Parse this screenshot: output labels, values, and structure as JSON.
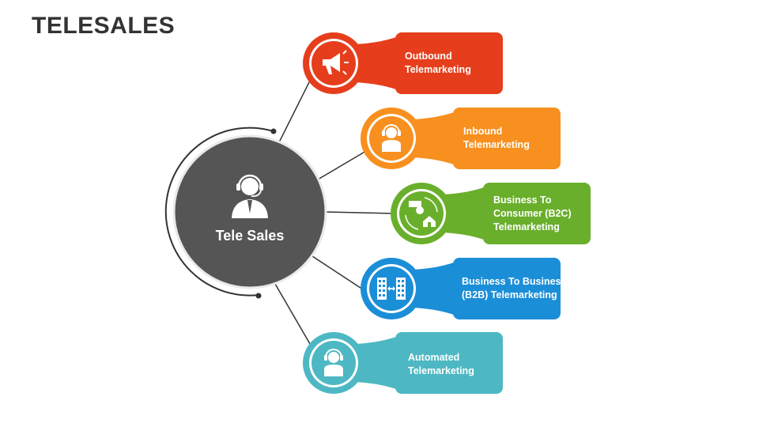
{
  "title": "TELESALES",
  "center": {
    "label": "Tele Sales",
    "color": "#555555",
    "icon": "headset-agent-icon"
  },
  "items": [
    {
      "lines": [
        "Outbound",
        "Telemarketing"
      ],
      "color": "#E63E1C",
      "icon": "megaphone-icon"
    },
    {
      "lines": [
        "Inbound",
        "Telemarketing"
      ],
      "color": "#F7901E",
      "icon": "headset-user-icon"
    },
    {
      "lines": [
        "Business To",
        "Consumer (B2C)",
        "Telemarketing"
      ],
      "color": "#6AAF2C",
      "icon": "b2c-exchange-icon"
    },
    {
      "lines": [
        "Business To Business",
        "(B2B) Telemarketing"
      ],
      "color": "#1B8ED8",
      "icon": "buildings-icon"
    },
    {
      "lines": [
        "Automated",
        "Telemarketing"
      ],
      "color": "#4DB8C3",
      "icon": "headset-user-icon"
    }
  ]
}
